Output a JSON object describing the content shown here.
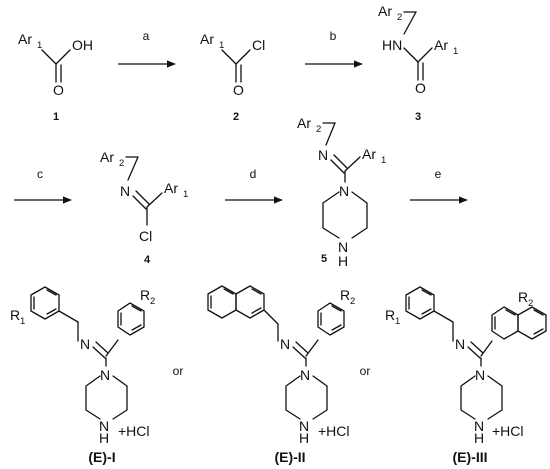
{
  "scheme": {
    "reagents": [
      "a",
      "b",
      "c",
      "d",
      "e"
    ],
    "compound_numbers": [
      "1",
      "2",
      "3",
      "4",
      "5"
    ],
    "groups": {
      "ar": "Ar",
      "sub1": "1",
      "sub2": "2",
      "oh": "OH",
      "cl": "Cl",
      "hn": "HN",
      "n": "N",
      "h": "H",
      "o": "O",
      "r": "R"
    },
    "salt": "+HCl",
    "connector": "or",
    "final_products": [
      "(E)-I",
      "(E)-II",
      "(E)-III"
    ]
  }
}
